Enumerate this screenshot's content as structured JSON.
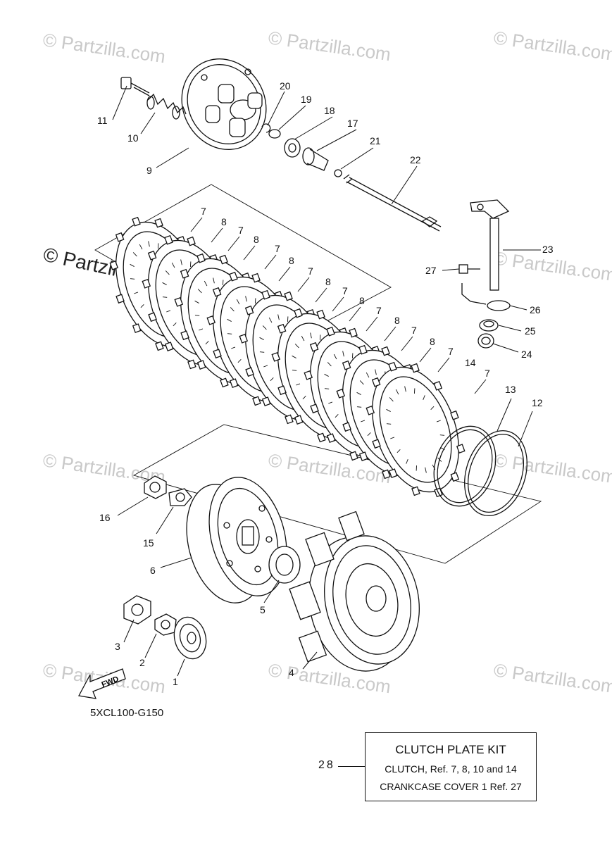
{
  "watermark": "© Partzilla.com",
  "drawing_code": "5XCL100-G150",
  "fwd_label": "FWD",
  "callouts": [
    {
      "id": "1",
      "text": "1"
    },
    {
      "id": "2",
      "text": "2"
    },
    {
      "id": "3",
      "text": "3"
    },
    {
      "id": "4",
      "text": "4"
    },
    {
      "id": "5",
      "text": "5"
    },
    {
      "id": "6",
      "text": "6"
    },
    {
      "id": "7",
      "text": "7"
    },
    {
      "id": "8",
      "text": "8"
    },
    {
      "id": "9",
      "text": "9"
    },
    {
      "id": "10",
      "text": "10"
    },
    {
      "id": "11",
      "text": "11"
    },
    {
      "id": "12",
      "text": "12"
    },
    {
      "id": "13",
      "text": "13"
    },
    {
      "id": "14",
      "text": "14"
    },
    {
      "id": "15",
      "text": "15"
    },
    {
      "id": "16",
      "text": "16"
    },
    {
      "id": "17",
      "text": "17"
    },
    {
      "id": "18",
      "text": "18"
    },
    {
      "id": "19",
      "text": "19"
    },
    {
      "id": "20",
      "text": "20"
    },
    {
      "id": "21",
      "text": "21"
    },
    {
      "id": "22",
      "text": "22"
    },
    {
      "id": "23",
      "text": "23"
    },
    {
      "id": "24",
      "text": "24"
    },
    {
      "id": "25",
      "text": "25"
    },
    {
      "id": "26",
      "text": "26"
    },
    {
      "id": "27",
      "text": "27"
    }
  ],
  "kit": {
    "ref": "28",
    "title": "CLUTCH PLATE KIT",
    "line1": "CLUTCH, Ref.  7, 8, 10 and 14",
    "line2": "CRANKCASE COVER 1 Ref. 27"
  }
}
